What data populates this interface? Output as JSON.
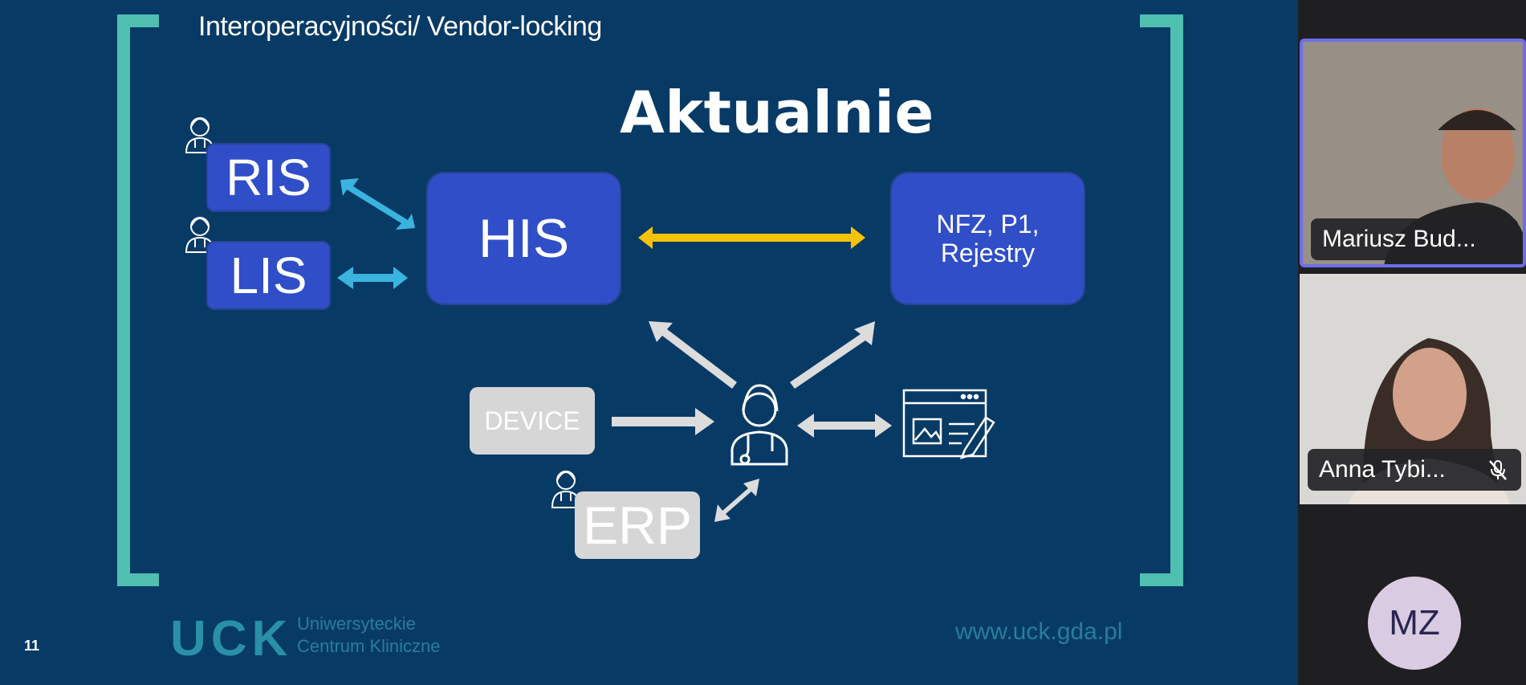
{
  "slide": {
    "title": "Interoperacyjności/ Vendor-locking",
    "heading": "Aktualnie",
    "page_number": "11",
    "logo_text": "UCK",
    "logo_subtitle_line1": "Uniwersyteckie",
    "logo_subtitle_line2": "Centrum Kliniczne",
    "website": "www.uck.gda.pl"
  },
  "diagram": {
    "ris": "RIS",
    "lis": "LIS",
    "his": "HIS",
    "nfz_line1": "NFZ, P1,",
    "nfz_line2": "Rejestry",
    "device": "DEVICE",
    "erp": "ERP"
  },
  "participants": [
    {
      "name": "Mariusz Bud..."
    },
    {
      "name": "Anna Tybi..."
    },
    {
      "initials": "MZ"
    }
  ],
  "colors": {
    "slide_bg": "#083a66",
    "box_blue": "#2f4ec7",
    "box_gray": "#d6d6d6",
    "arrow_cyan": "#3ab4de",
    "arrow_yellow": "#f7c20a",
    "arrow_gray": "#dcdcdc",
    "bracket": "#4fbfb0",
    "active_speaker_border": "#6d6ee6"
  },
  "icons": [
    "doctor-icon",
    "document-edit-icon",
    "microphone-muted-icon"
  ]
}
